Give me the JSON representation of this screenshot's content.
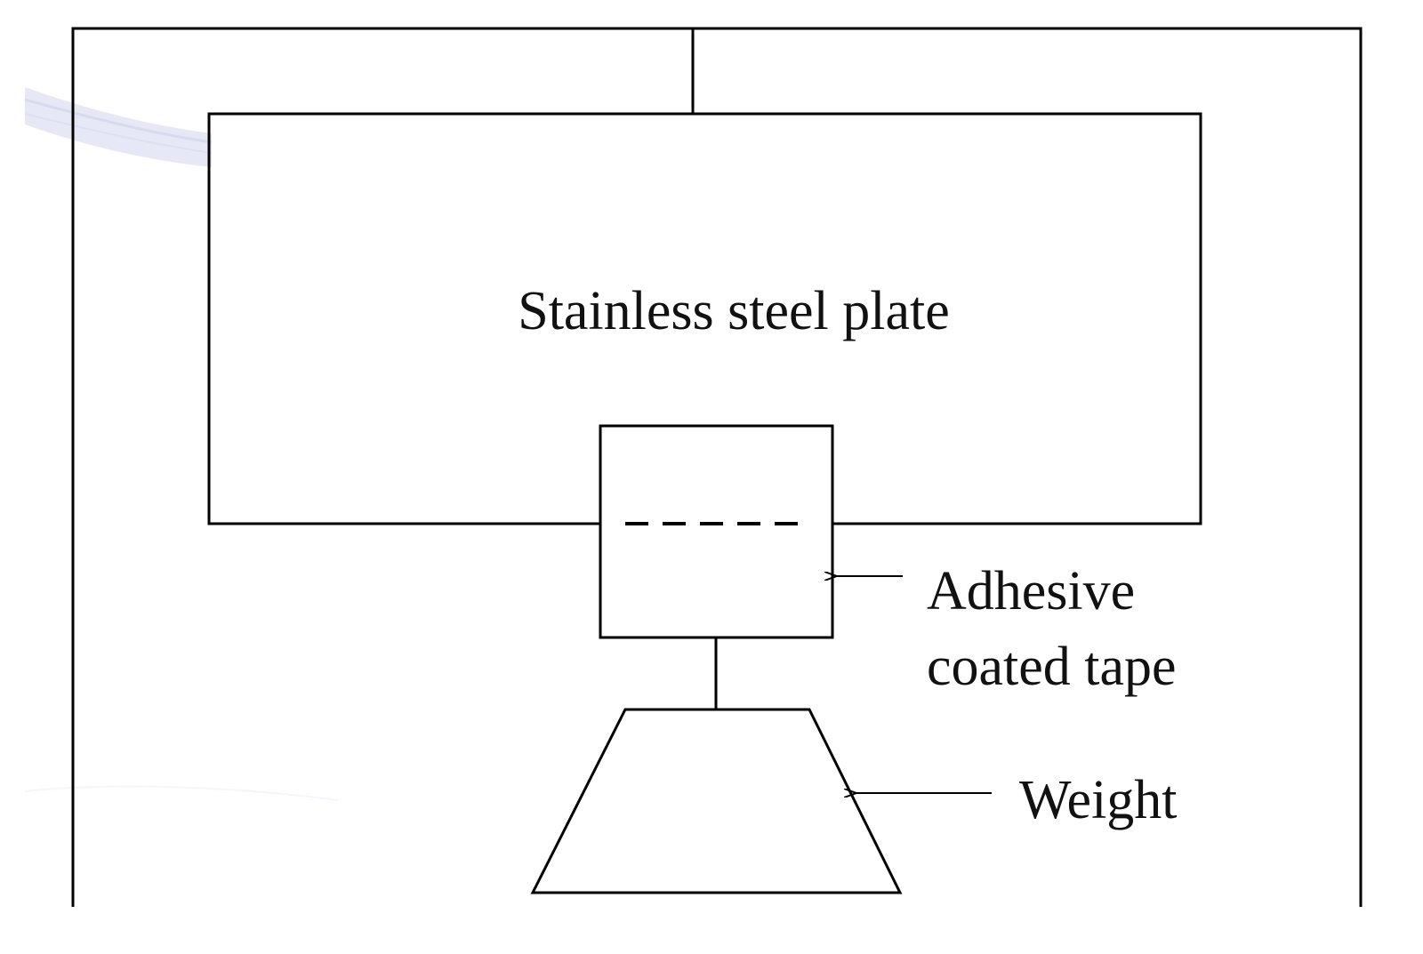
{
  "diagram": {
    "labels": {
      "plate": "Stainless steel plate",
      "tape_line1": "Adhesive",
      "tape_line2": "coated tape",
      "weight": "Weight"
    },
    "colors": {
      "line": "#000000",
      "background": "#ffffff",
      "watermark": "#c9cde6"
    }
  }
}
